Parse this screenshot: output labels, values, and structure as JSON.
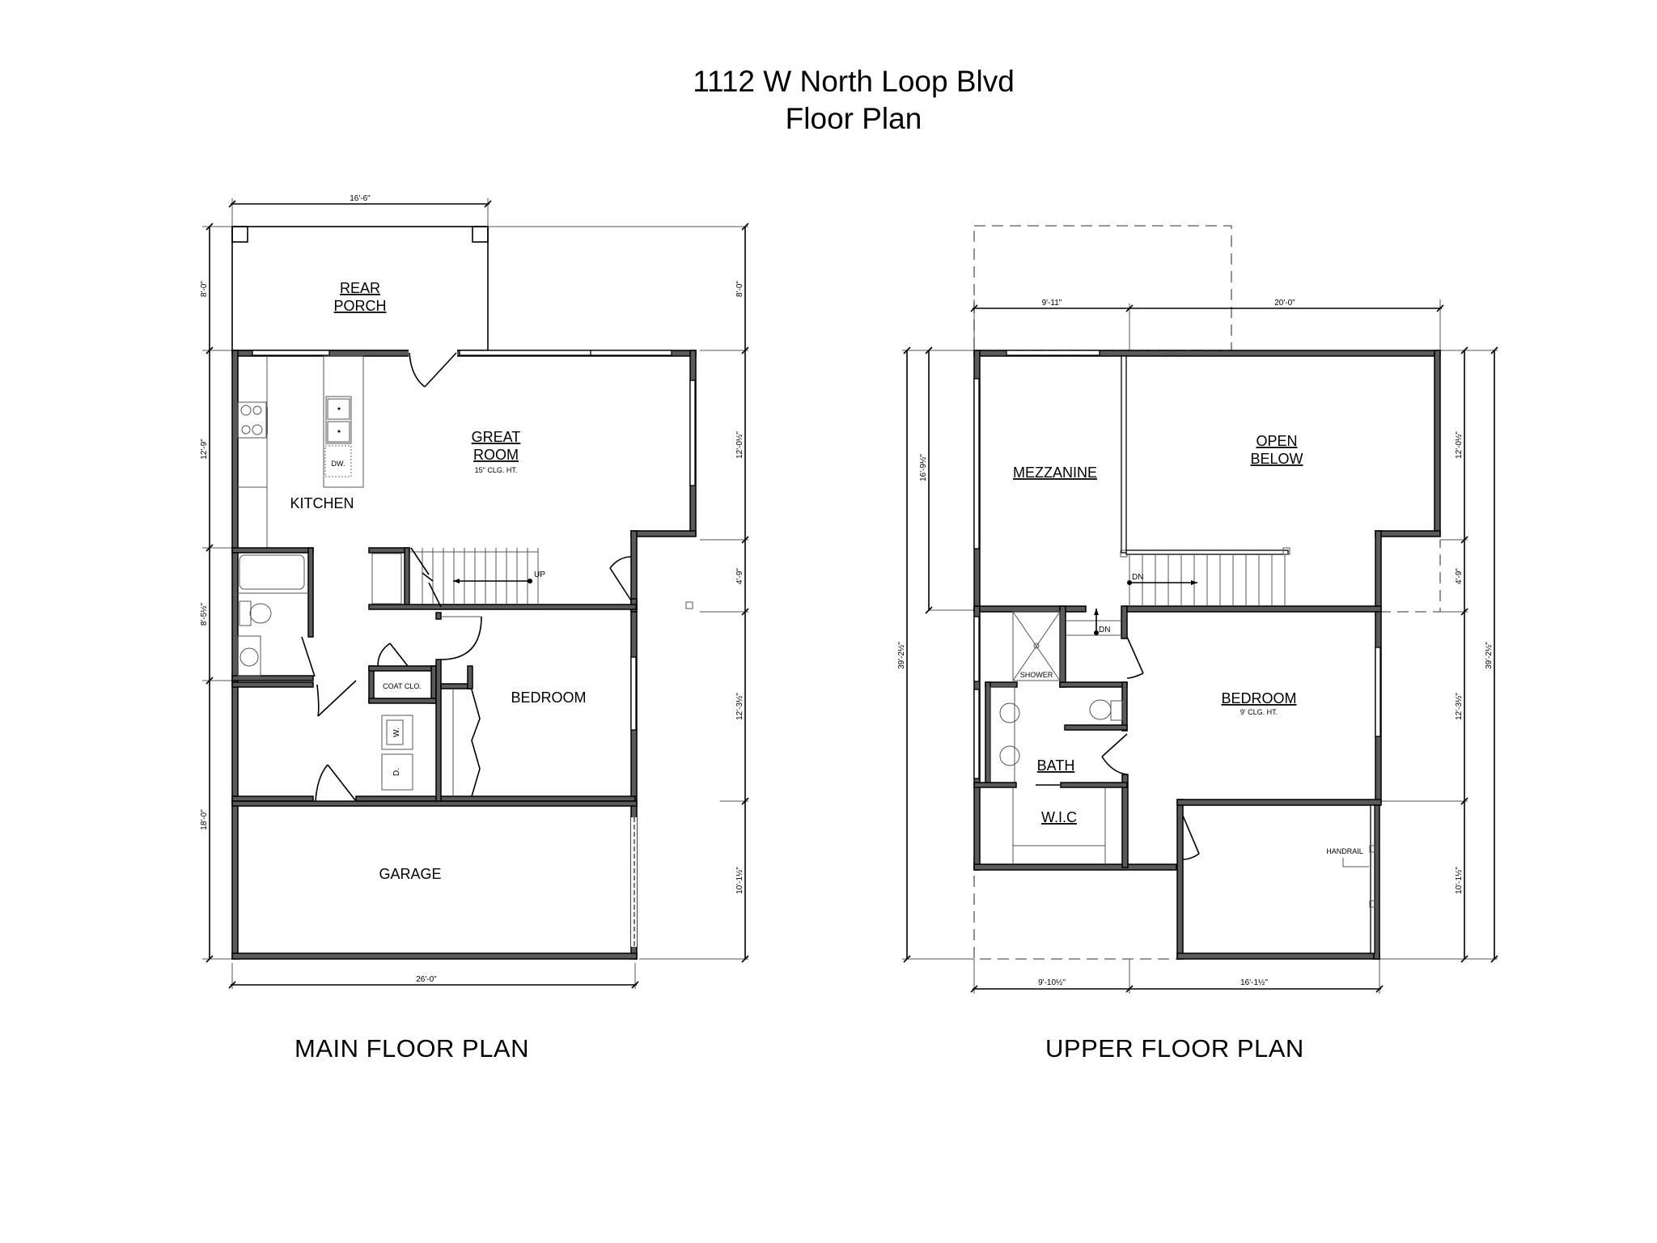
{
  "title": {
    "line1": "1112 W North Loop Blvd",
    "line2": "Floor Plan"
  },
  "main_floor": {
    "label": "MAIN FLOOR PLAN",
    "rooms": {
      "rear_porch_1": "REAR",
      "rear_porch_2": "PORCH",
      "great_room_1": "GREAT",
      "great_room_2": "ROOM",
      "great_room_ceiling": "15\" CLG. HT.",
      "kitchen": "KITCHEN",
      "dishwasher": "DW.",
      "bedroom": "BEDROOM",
      "coat_closet": "COAT CLO.",
      "washer": "W.",
      "dryer": "D.",
      "garage": "GARAGE",
      "stairs_up": "UP"
    },
    "dimensions": {
      "top": "16'-6\"",
      "bottom": "26'-0\"",
      "left": [
        "8'-0\"",
        "12'-9\"",
        "8'-5½\"",
        "18'-0\""
      ],
      "right": [
        "8'-0\"",
        "12'-0½\"",
        "4'-9\"",
        "12'-3½\"",
        "10'-1½\""
      ]
    }
  },
  "upper_floor": {
    "label": "UPPER FLOOR PLAN",
    "rooms": {
      "mezzanine": "MEZZANINE",
      "open_below_1": "OPEN",
      "open_below_2": "BELOW",
      "bedroom": "BEDROOM",
      "bedroom_ceiling": "9' CLG. HT.",
      "bath": "BATH",
      "shower": "SHOWER",
      "wic": "W.I.C",
      "handrail": "HANDRAIL",
      "stairs_down_1": "DN",
      "stairs_down_2": "DN"
    },
    "dimensions": {
      "top": [
        "9'-11\"",
        "20'-0\""
      ],
      "bottom": [
        "9'-10½\"",
        "16'-1½\""
      ],
      "left": [
        "16'-9½\"",
        "39'-2½\""
      ],
      "right": [
        "12'-0½\"",
        "4'-9\"",
        "12'-3½\"",
        "10'-1½\"",
        "39'-2½\""
      ]
    }
  }
}
